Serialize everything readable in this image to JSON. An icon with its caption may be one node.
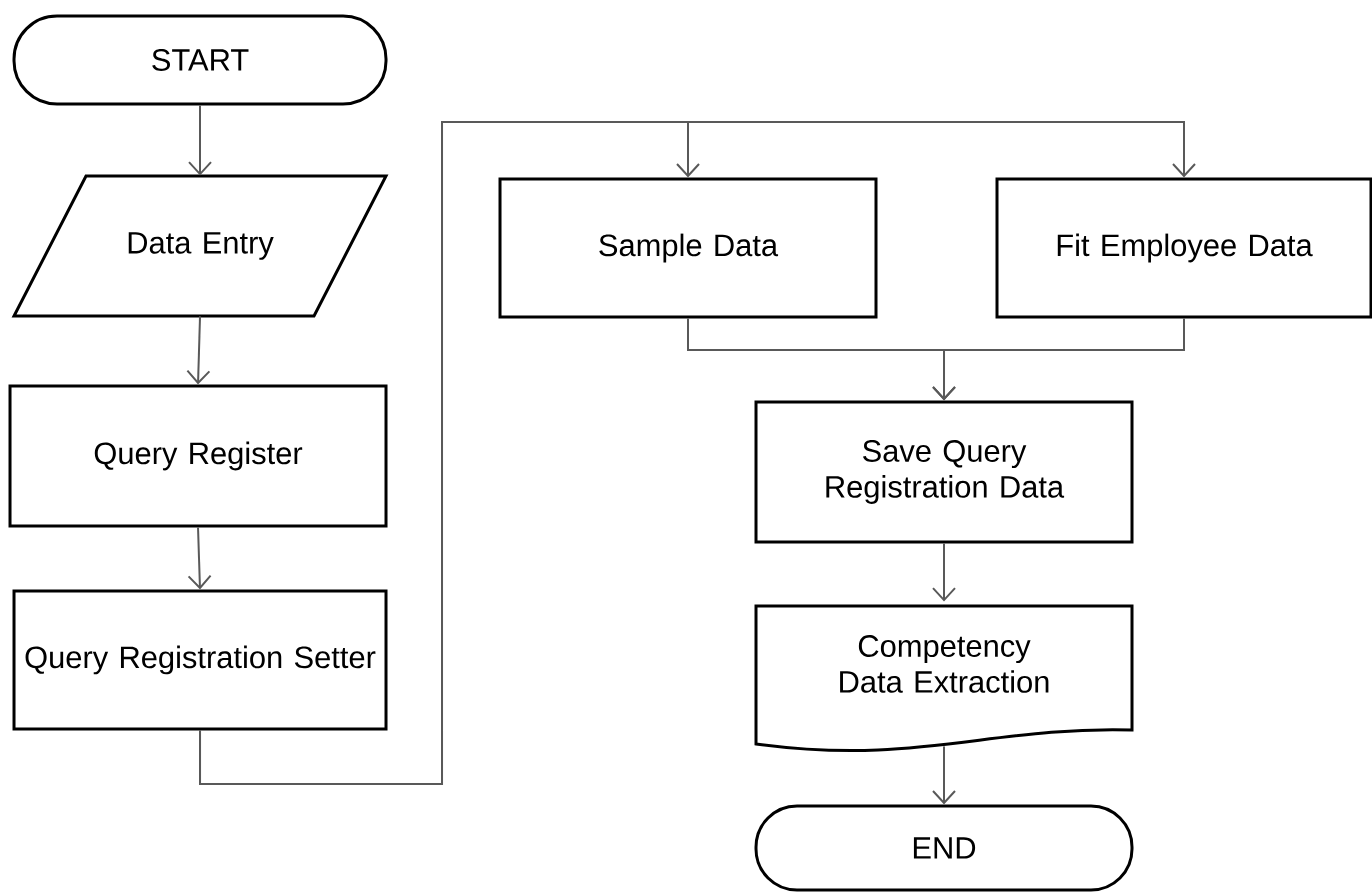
{
  "diagram": {
    "nodes": [
      {
        "text": [
          "START"
        ]
      },
      {
        "text": [
          "Data Entry"
        ]
      },
      {
        "text": [
          "Query Register"
        ]
      },
      {
        "text": [
          "Query Registration Setter"
        ]
      },
      {
        "text": [
          "Sample Data"
        ]
      },
      {
        "text": [
          "Fit Employee Data"
        ]
      },
      {
        "text": [
          "Save Query Registration Data"
        ]
      },
      {
        "text": [
          "Competency Data Extraction"
        ]
      },
      {
        "text": [
          "END"
        ]
      }
    ],
    "edges": [
      {
        "from": 0,
        "to": 1,
        "arrow": "to"
      },
      {
        "from": 1,
        "to": 2,
        "arrow": "to"
      },
      {
        "from": 2,
        "to": 3,
        "arrow": "to"
      },
      {
        "from": 3,
        "to": 4,
        "arrow": "to"
      },
      {
        "from": 3,
        "to": 5,
        "arrow": "to"
      },
      {
        "from": 4,
        "to": 6,
        "arrow": "to"
      },
      {
        "from": 5,
        "to": 6,
        "arrow": "to"
      },
      {
        "from": 6,
        "to": 7,
        "arrow": "to"
      },
      {
        "from": 7,
        "to": 8,
        "arrow": "to"
      }
    ]
  }
}
